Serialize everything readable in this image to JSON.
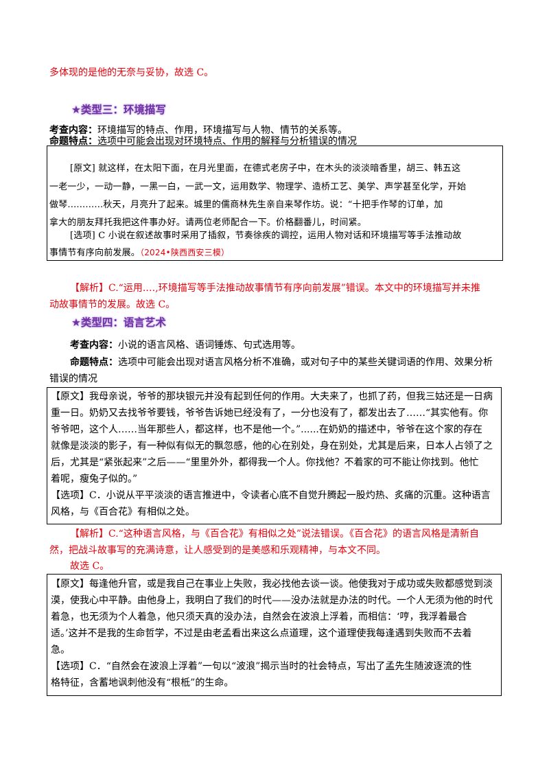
{
  "intro": {
    "text": "多体现的是他的无奈与妥协，故选 C。"
  },
  "section3": {
    "heading": "★类型三：环境描写",
    "content_label": "考查内容：",
    "content_text": "环境描写的特点、作用，环境描写与人物、情节的关系等。",
    "feature_label": "命题特点：",
    "feature_text": "选项中可能会出现对环境特点、作用的解释与分析错误的情况",
    "box": {
      "lines": [
        "[原文] 就这样，在太阳下面，在月光里面，在德式老房子中，在木头的淡淡暗香里，胡三、韩五这",
        "一老一少，一动一静，一黑一白，一武一文，运用数学、物理学、造桥工艺、美学、声学甚至化学，开始",
        "做琴............秋天，月亮升了起来。城里的儒商林先生亲自来琴作坊。说：“十把手作琴的订单，加",
        "拿大的朋友拜托我把这件事办好。请两位老师配合一下。价格翻番儿，时间紧。",
        "[选项] C 小说在叙述故事时采用了插叙，节奏徐疾的调控，运用人物对话和环境描写等手法推动故",
        "事情节有序向前发展。"
      ],
      "source": "（2024•陕西西安三模）"
    },
    "analysis_lines": [
      "【解析】C.“运用.…,环境描写等手法推动故事情节有序向前发展”错误。本文中的环境描写并未推",
      "动故事情节的发展。故选 C。"
    ]
  },
  "section4": {
    "heading": "★类型四：语言艺术",
    "content_label": "考查内容：",
    "content_text": "小说的语言风格、语词锤炼、句式选用等。",
    "feature_label": "命题特点：",
    "feature_text": "选项中可能会出现对语言风格分析不准确，或对句子中的某些关键词语的作用、效果分析",
    "feature_text2": "错误的情况",
    "box1_lines": [
      "【原文】我母亲说，爷爷的那块银元并没有起到任何的作用。大夫来了，也抓了药，但我三姑还是一日病",
      "重一日。奶奶又去找爷爷要钱，爷爷告诉她已经没有了，一分也没有了，都发出去了……“其实他有。你",
      "爷爷吧，这个人……当年那些人，都这样，也不是他一个。”......在奶奶的描述中，爷爷在这个家的存在",
      "就像是淡淡的影子，有一种似有似无的飘忽感，他的心在别处，身在别处，尤其是后来，日本人占领了之",
      "后，尤其是“紧张起来”之后——“里里外外，都得我一个人。你找他？不着家的可不能让你找到。他忙",
      "着呢，瘦兔子似的。”",
      "【选项】C．小说从平平淡淡的语言推进中，令读者心底不自觉升腾起一股灼热、炙痛的沉重。这种语言",
      "风格，与《百合花》有相似之处。"
    ],
    "analysis1_lines": [
      "【解析】C.“这种语言风格，与《百合花》有相似之处”说法错误。《百合花》的语言风格是清新自",
      "然，把战斗故事写的充满诗意，让人感受到的是美感和乐观精神，与本文不同。",
      "故选 C。"
    ],
    "box2_lines": [
      "【原文】每逢他升官，或是我自己在事业上失败，我必找他去谈一谈。他使我对于成功或失败都感觉到淡",
      "漠，使我心中平静。由他身上，我明白了我们的时代——没办法就是办法的时代。一个人无须为他的时代",
      "着急，也无须为个人着急，他只须天真的没办法，自然会在波浪上浮着，而相信：‘哼，我浮着最合",
      "适。’这并不是我的生命哲学，不过是由老孟看出来这么点道理，这个道理使我每逢遇到失败而不去着",
      "急。",
      "【选项】C．“自然会在波浪上浮着”一句以“波浪”揭示当时的社会特点，写出了孟先生随波逐流的性",
      "格特征，含蓄地讽刺他没有“根柢”的生命。"
    ]
  }
}
